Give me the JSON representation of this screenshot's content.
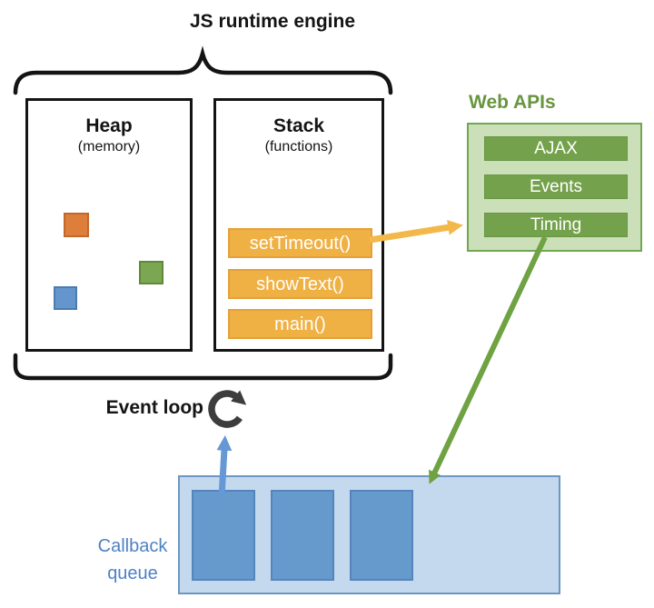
{
  "title": "JS runtime engine",
  "runtime": {
    "heap": {
      "title": "Heap",
      "subtitle": "(memory)",
      "squares": [
        {
          "name": "orange-object",
          "color": "#DD7E3B",
          "border": "#C0682E"
        },
        {
          "name": "green-object",
          "color": "#7BA753",
          "border": "#5E8A3A"
        },
        {
          "name": "blue-object",
          "color": "#6496CD",
          "border": "#4A7CB0"
        }
      ]
    },
    "stack": {
      "title": "Stack",
      "subtitle": "(functions)",
      "frames": [
        {
          "label": "setTimeout()"
        },
        {
          "label": "showText()"
        },
        {
          "label": "main()"
        }
      ]
    }
  },
  "web_apis": {
    "title": "Web APIs",
    "items": [
      {
        "label": "AJAX"
      },
      {
        "label": "Events"
      },
      {
        "label": "Timing"
      }
    ]
  },
  "event_loop": {
    "label": "Event loop"
  },
  "callback_queue": {
    "label": "Callback queue",
    "slot_count": 3
  },
  "colors": {
    "ink": "#141414",
    "accent_yellow": "#F0B144",
    "yellow_border": "#E5A039",
    "arrow_yellow": "#F2B84A",
    "green_fill": "#74A24C",
    "green_item_border": "#679544",
    "green_light": "#CBDFB9",
    "green_border": "#70A84F",
    "arrow_green": "#6FA243",
    "web_apis_title": "#68953F",
    "queue_bg": "#C5D9EE",
    "queue_border": "#6D96C3",
    "blue_square": "#6699CC",
    "blue_square_border": "#5585BC",
    "arrow_blue": "#6598D4",
    "queue_label": "#4D82C4",
    "event_loop_icon": "#3D3D3D"
  }
}
